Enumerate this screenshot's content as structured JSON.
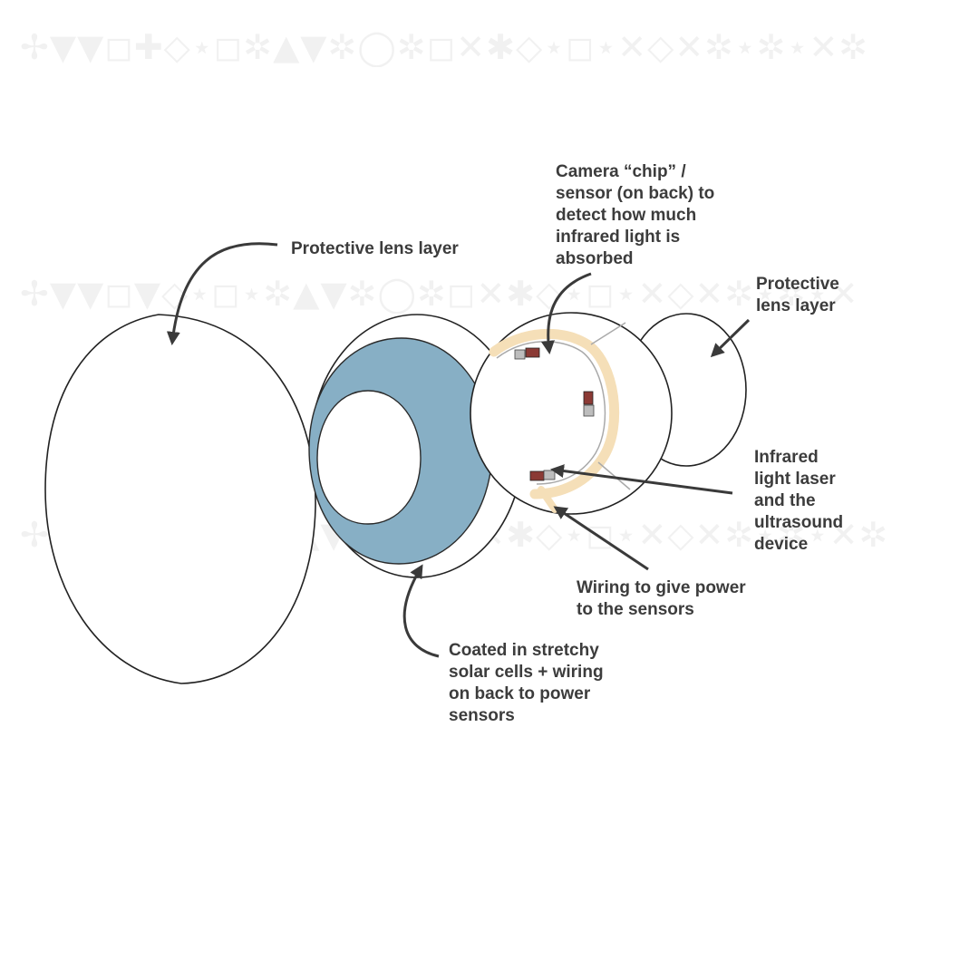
{
  "watermark_rows": [
    "✢▼▼◻✚◇⋆◻✲▲▼✲◯✲◻✕✱◇⋆◻⋆✕◇✕✲⋆✲⋆✕✲",
    "✢▼▼◻▼◇⋆◻⋆✲▲▼✲◯✲◻✕✱◇⋆◻⋆✕◇✕✲⋆✲⋆✕",
    "✢▼▼◻▼◇⋆◻⋆✲▲▼✲◯✲◻✕✱◇⋆◻⋆✕◇✕✲⋆✲⋆✕✲"
  ],
  "labels": {
    "protective_lens_left": "Protective lens layer",
    "camera_chip": "Camera “chip” /\nsensor (on back) to\ndetect how much\ninfrared light is\nabsorbed",
    "protective_lens_right": "Protective\nlens layer",
    "infrared_laser": "Infrared\nlight laser\nand the\nultrasound\ndevice",
    "wiring": "Wiring to give power\nto the sensors",
    "solar_cells": "Coated in stretchy\nsolar cells + wiring\non back to power\nsensors"
  },
  "colors": {
    "solar_ring": "#87afc5",
    "wiring_track": "#f5dfb8",
    "outline": "#222222",
    "arrow": "#3a3a3a",
    "sensor_red": "#8b3a35",
    "sensor_grey": "#bdbdbd"
  }
}
